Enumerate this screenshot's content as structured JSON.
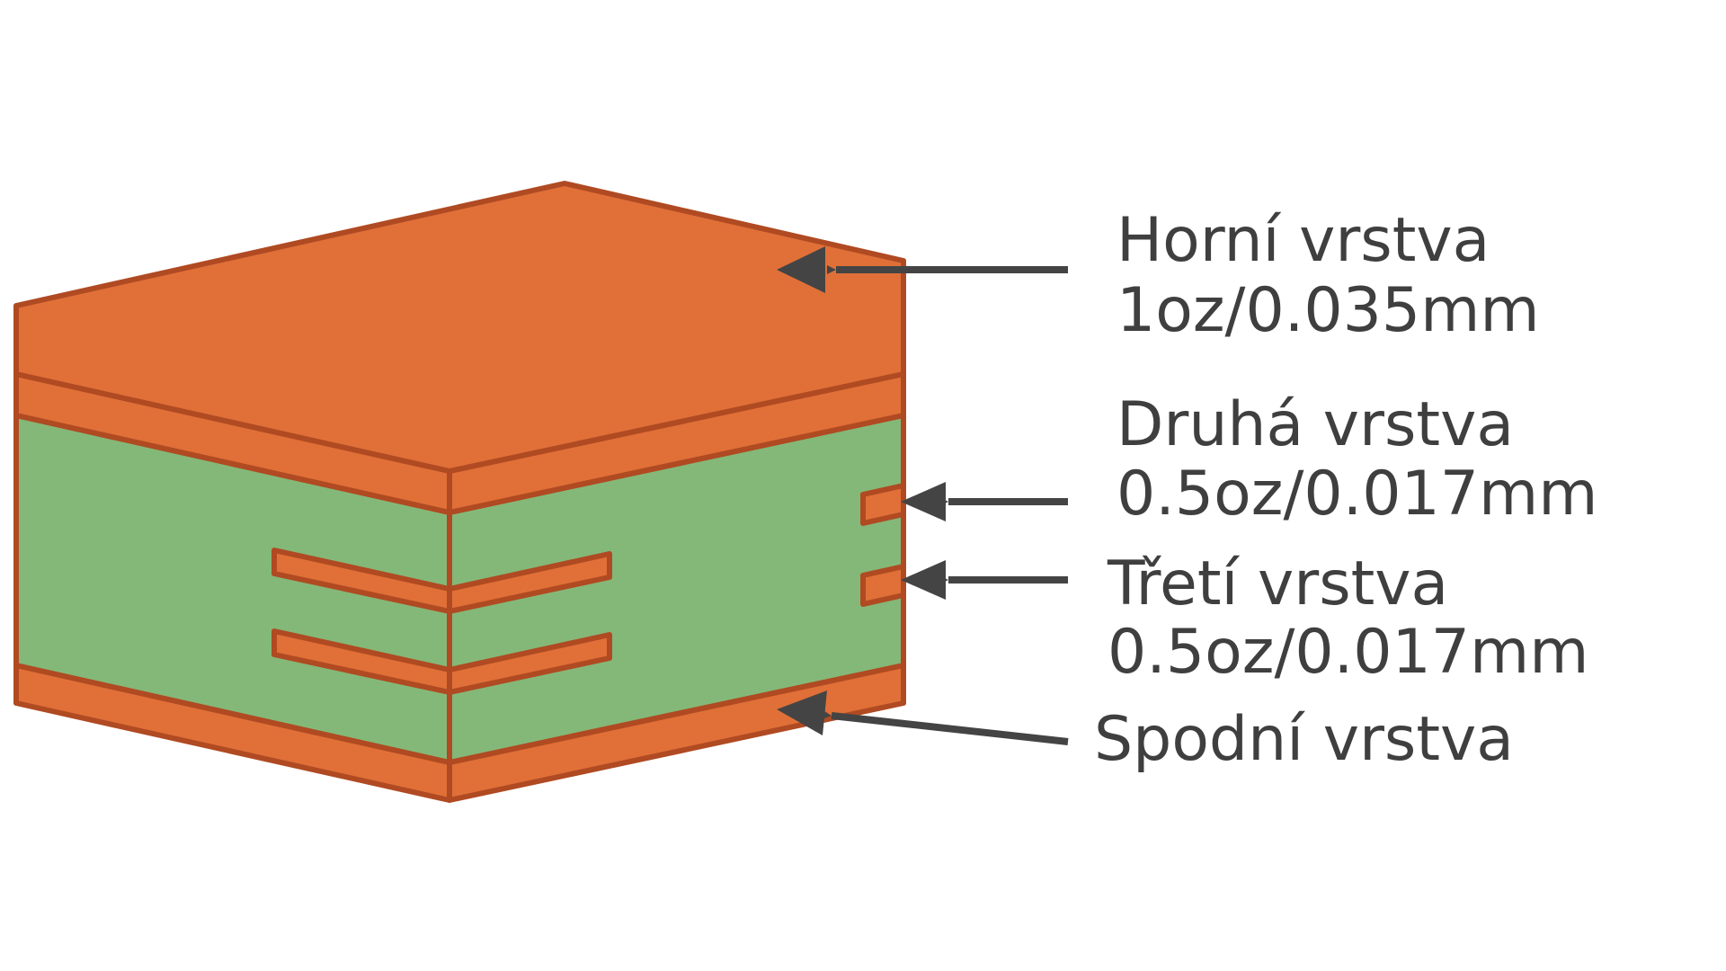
{
  "colors": {
    "copper": "#E07038",
    "copper_edge": "#B04A22",
    "substrate": "#84B878",
    "arrow": "#444444",
    "text": "#3F3F3F",
    "background": "#FFFFFF"
  },
  "layers": [
    {
      "name": "Horní vrstva",
      "thickness": "1oz/0.035mm"
    },
    {
      "name": "Druhá vrstva",
      "thickness": "0.5oz/0.017mm"
    },
    {
      "name": "Třetí vrstva",
      "thickness": "0.5oz/0.017mm"
    },
    {
      "name": "Spodní vrstva",
      "thickness": ""
    }
  ]
}
